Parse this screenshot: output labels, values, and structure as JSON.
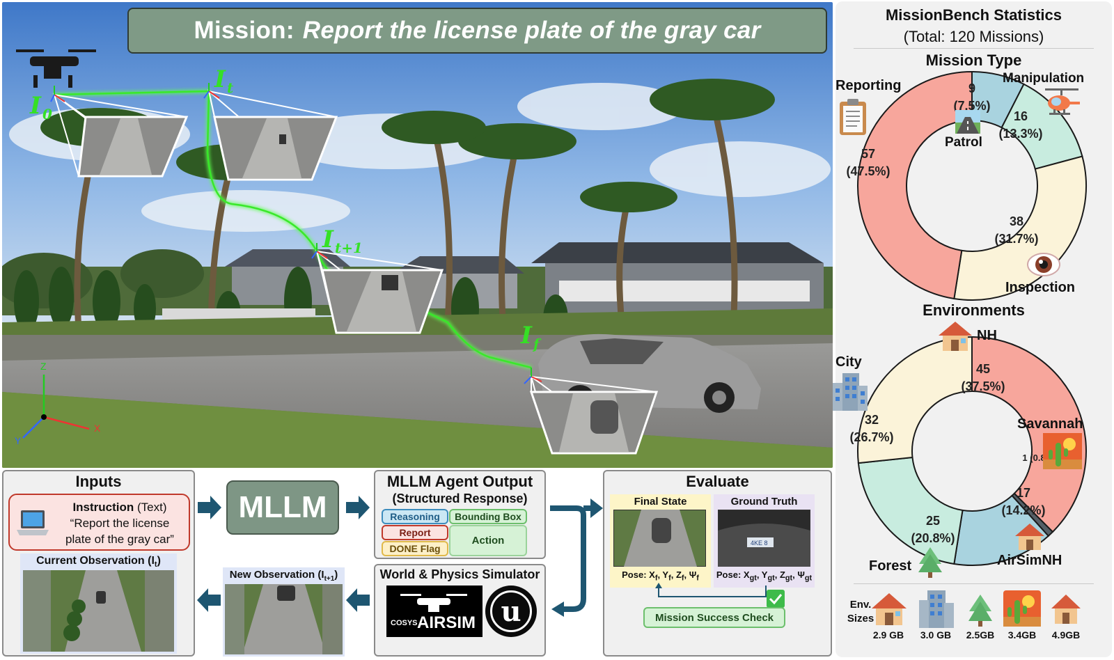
{
  "mission": {
    "prefix": "Mission:",
    "task": "Report the license plate of the gray car"
  },
  "scene": {
    "frame_labels": {
      "i0": "0",
      "it": "t",
      "it1": "t+1",
      "if": "f"
    },
    "axes": {
      "x": "X",
      "y": "Y",
      "z": "Z"
    }
  },
  "stats": {
    "title": "MissionBench Statistics",
    "total": "(Total: 120 Missions)",
    "mission_type": {
      "title": "Mission Type",
      "segments": [
        {
          "name": "Patrol",
          "count": 9,
          "pct": "(7.5%)",
          "color": "#a9d3df"
        },
        {
          "name": "Manipulation",
          "count": 16,
          "pct": "(13.3%)",
          "color": "#c8ecdf"
        },
        {
          "name": "Inspection",
          "count": 38,
          "pct": "(31.7%)",
          "color": "#fbf3d9"
        },
        {
          "name": "Reporting",
          "count": 57,
          "pct": "(47.5%)",
          "color": "#f7a69c"
        }
      ]
    },
    "environments": {
      "title": "Environments",
      "segments": [
        {
          "name": "NH",
          "count": 45,
          "pct": "(37.5%)",
          "color": "#f7a69c"
        },
        {
          "name": "Savannah",
          "count": 1,
          "pct": "(0.8%)",
          "color": "#555f66"
        },
        {
          "name": "AirSimNH",
          "count": 17,
          "pct": "(14.2%)",
          "color": "#a9d3df"
        },
        {
          "name": "Forest",
          "count": 25,
          "pct": "(20.8%)",
          "color": "#c8ecdf"
        },
        {
          "name": "City",
          "count": 32,
          "pct": "(26.7%)",
          "color": "#fbf3d9"
        }
      ]
    },
    "env_sizes": {
      "label_line1": "Env.",
      "label_line2": "Sizes",
      "items": [
        {
          "icon": "house-icon",
          "size": "2.9 GB"
        },
        {
          "icon": "building-icon",
          "size": "3.0 GB"
        },
        {
          "icon": "tree-icon",
          "size": "2.5GB"
        },
        {
          "icon": "cactus-sunset-icon",
          "size": "3.4GB"
        },
        {
          "icon": "house-icon",
          "size": "4.9GB"
        }
      ]
    }
  },
  "inputs": {
    "title": "Inputs",
    "instruction_label": "Instruction",
    "instruction_type": " (Text)",
    "instruction_text1": "“Report the license",
    "instruction_text2": "plate of the gray car”",
    "current_obs_main": "Current Observation (I",
    "current_obs_sub": "t",
    "current_obs_close": ")"
  },
  "mllm": {
    "label": "MLLM"
  },
  "agent_output": {
    "title": "MLLM Agent Output",
    "subtitle": "(Structured Response)",
    "reasoning": "Reasoning",
    "bbox": "Bounding Box",
    "report": "Report",
    "action": "Action",
    "done": "DONE Flag"
  },
  "new_obs": {
    "main": "New Observation (I",
    "sub": "t+1",
    "close": ")"
  },
  "simulator": {
    "title": "World & Physics Simulator",
    "airsim_small": "COSYS",
    "airsim_big": "AIRSIM",
    "unreal": "u"
  },
  "evaluate": {
    "title": "Evaluate",
    "final_state": "Final State",
    "ground_truth": "Ground Truth",
    "pose_final": "Pose: X",
    "pose_final_sub": "f",
    "pose_gt": "Pose: X",
    "pose_gt_sub": "gt",
    "success_check": "Mission Success Check",
    "plate_text": "4KE 8"
  }
}
